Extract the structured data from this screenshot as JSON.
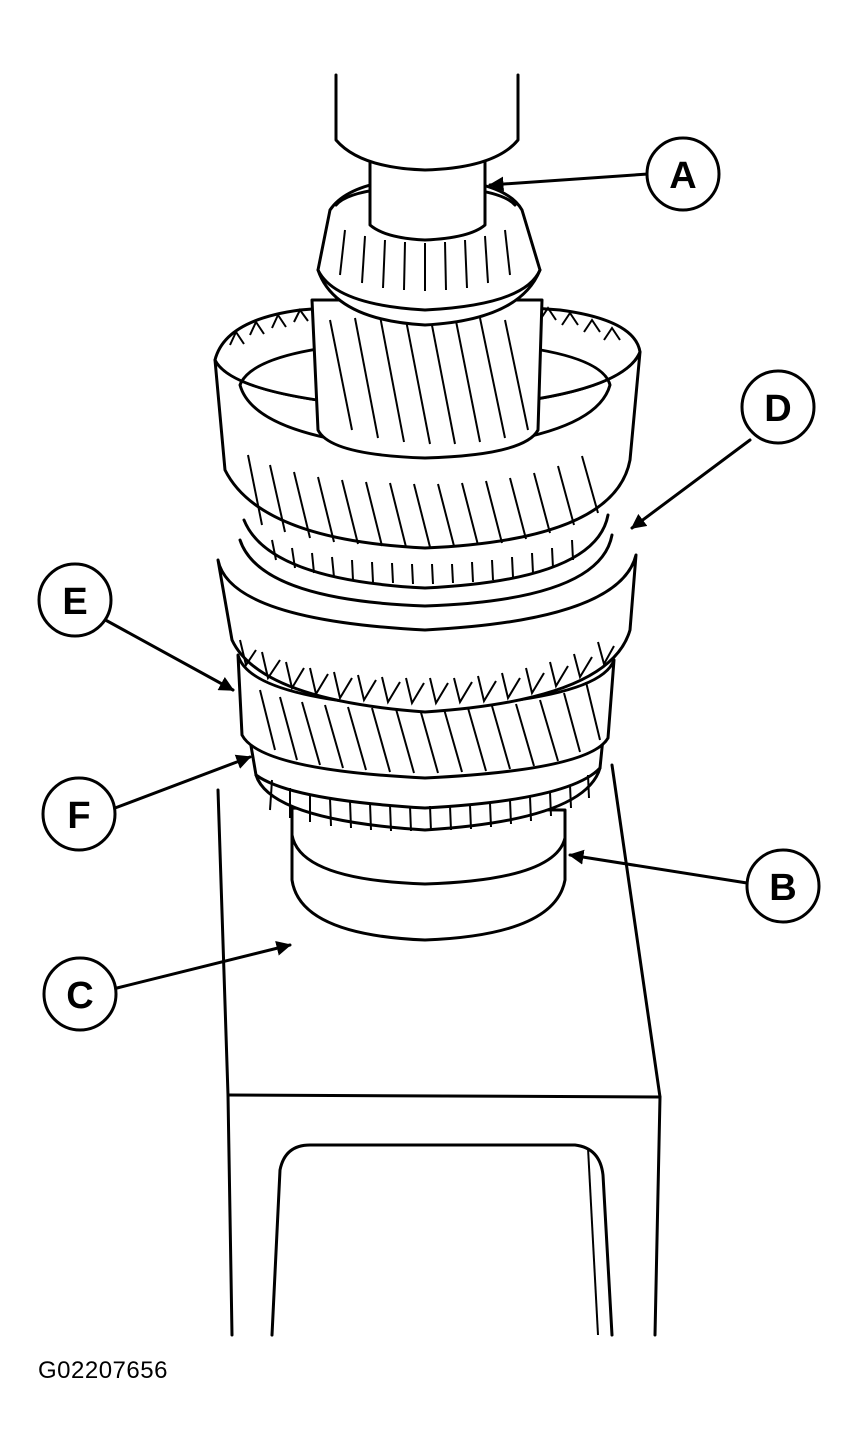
{
  "callouts": [
    {
      "id": "A",
      "label": "A"
    },
    {
      "id": "B",
      "label": "B"
    },
    {
      "id": "C",
      "label": "C"
    },
    {
      "id": "D",
      "label": "D"
    },
    {
      "id": "E",
      "label": "E"
    },
    {
      "id": "F",
      "label": "F"
    }
  ],
  "figure_id": "G02207656"
}
